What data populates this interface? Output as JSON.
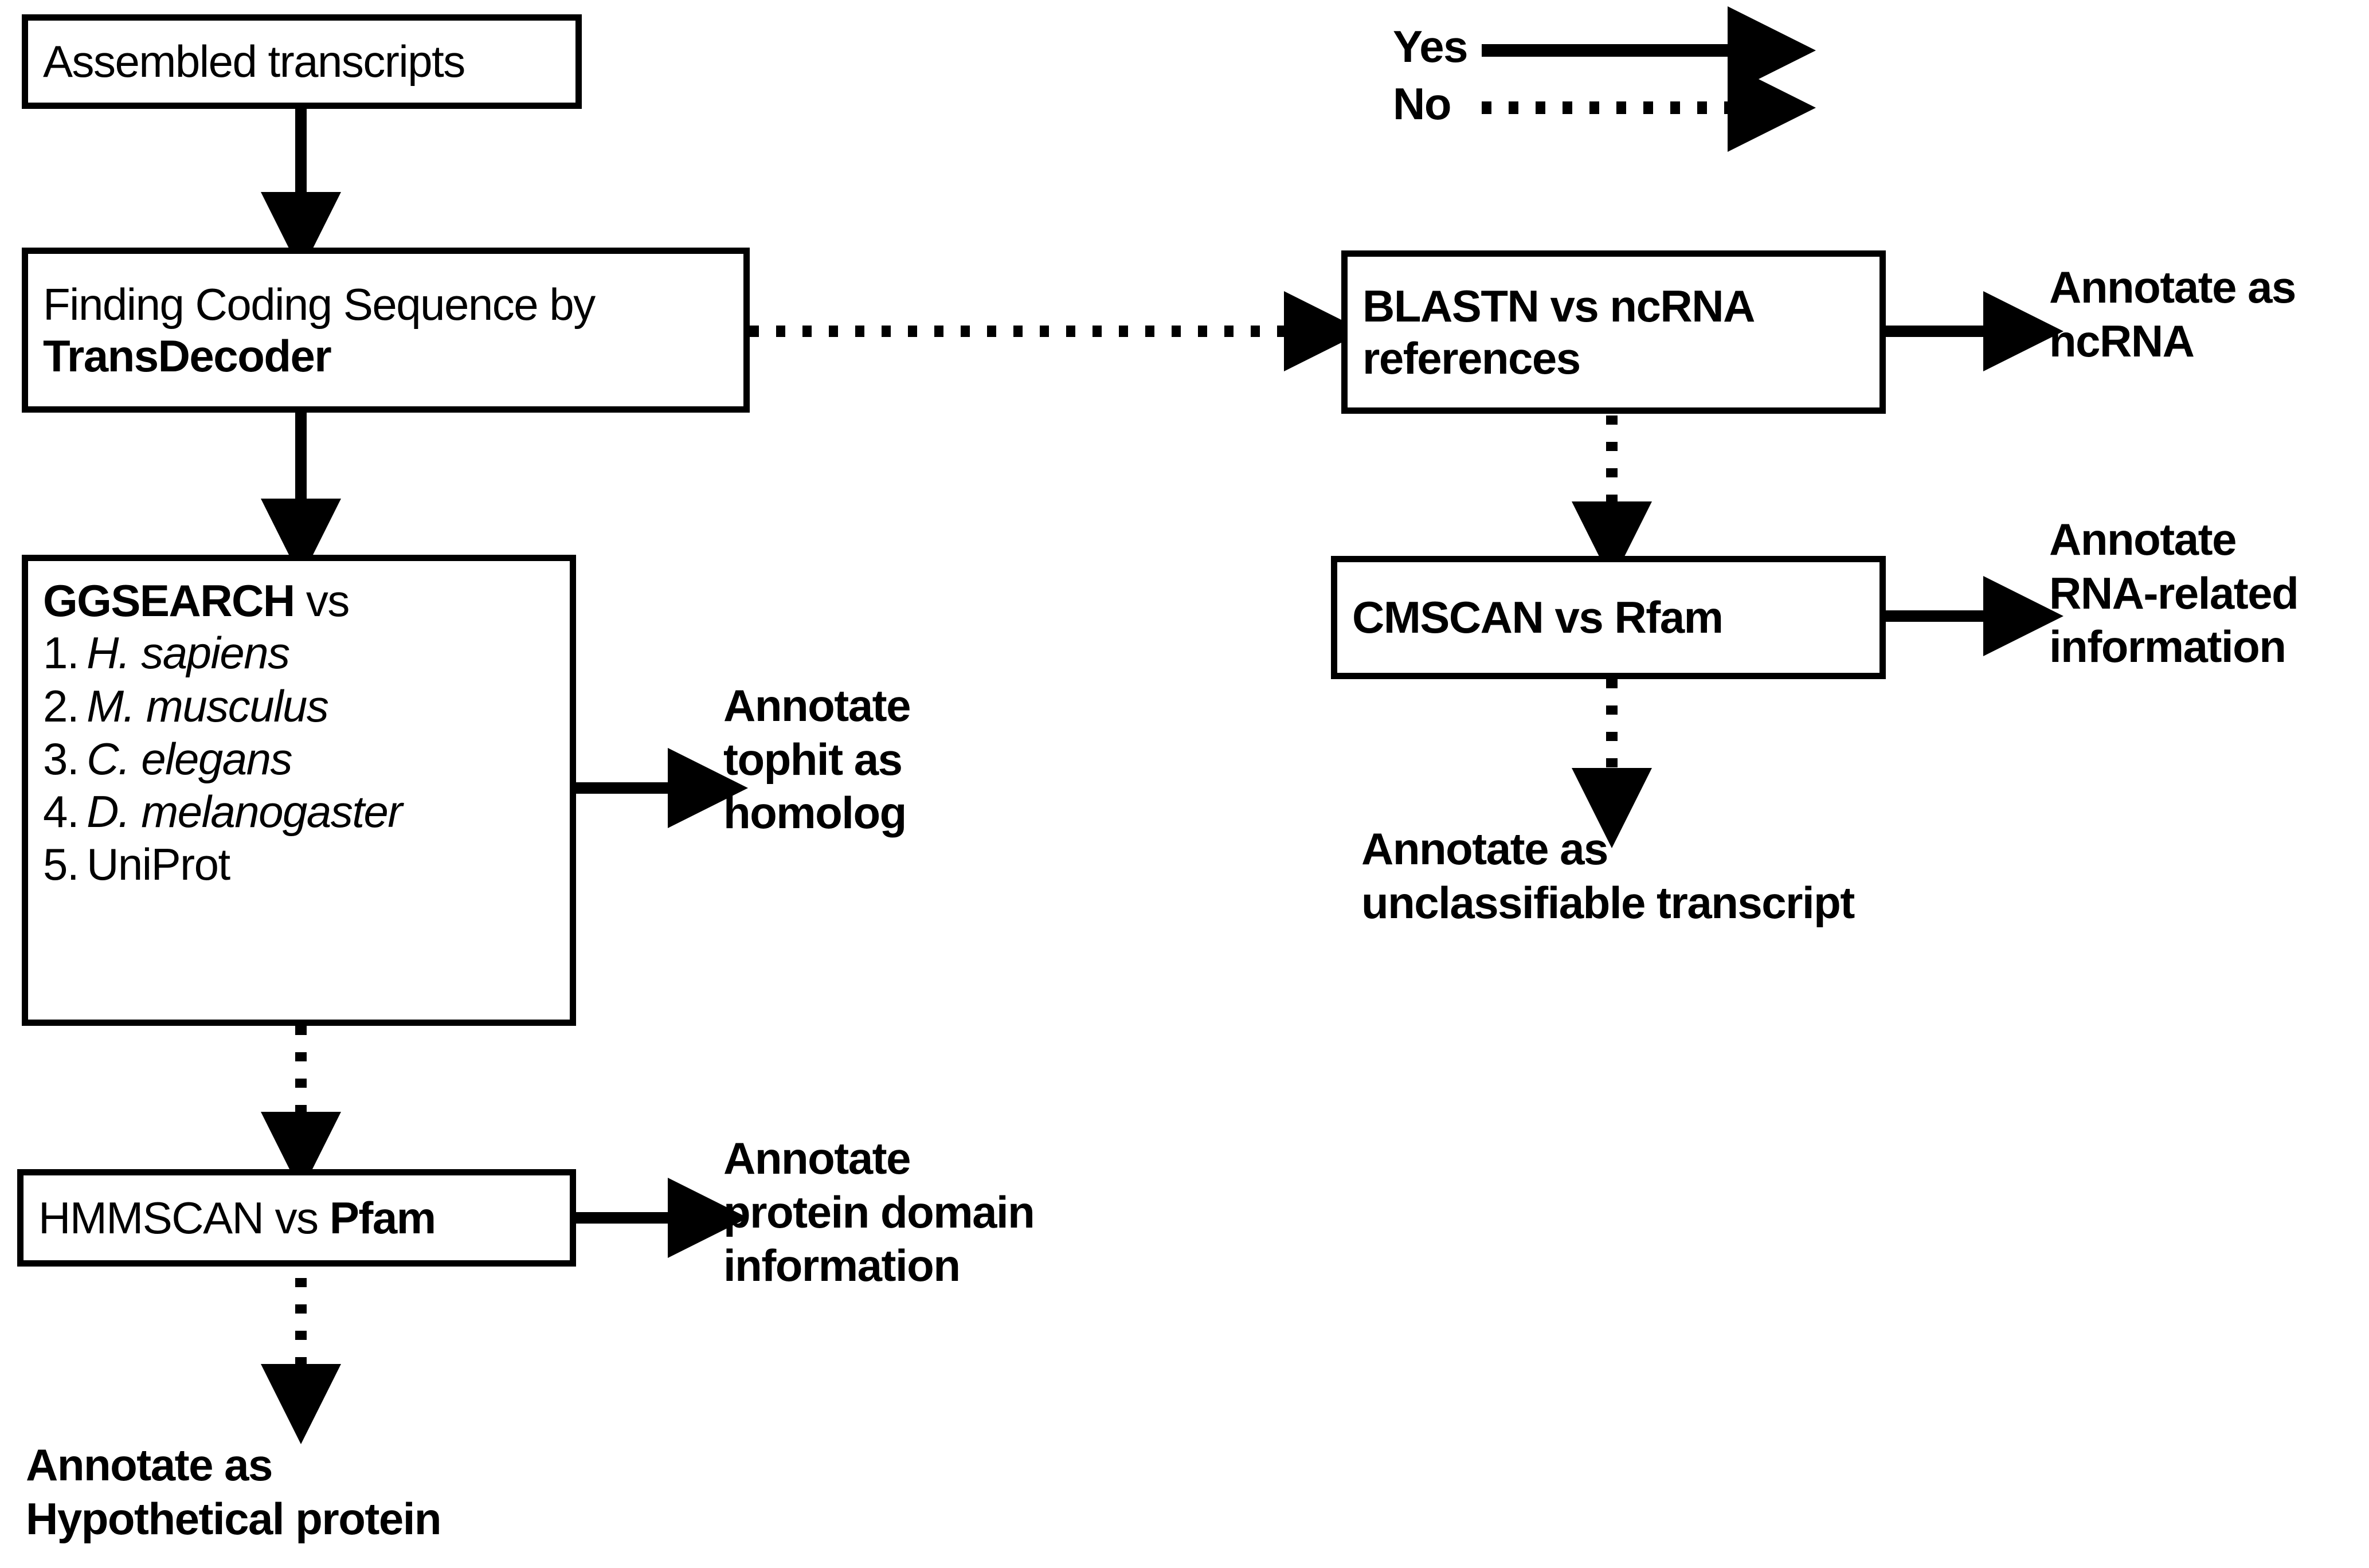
{
  "diagram": {
    "title": "Transcript annotation pipeline flowchart",
    "legend": {
      "yes_label": "Yes",
      "no_label": "No",
      "yes_style": "solid-arrow",
      "no_style": "dotted-arrow"
    },
    "nodes": {
      "assembled_transcripts": {
        "line1": "Assembled transcripts"
      },
      "transdecoder": {
        "line1": "Finding Coding Sequence by",
        "line2": "TransDecoder"
      },
      "ggsearch": {
        "header_bold": "GGSEARCH",
        "header_rest": " vs",
        "items": [
          {
            "num": "1.",
            "name": "H. sapiens",
            "italic": true
          },
          {
            "num": "2.",
            "name": "M. musculus",
            "italic": true
          },
          {
            "num": "3.",
            "name": "C. elegans",
            "italic": true
          },
          {
            "num": "4.",
            "name": "D. melanogaster",
            "italic": true
          },
          {
            "num": "5.",
            "name": "UniProt",
            "italic": false
          }
        ]
      },
      "hmmscan": {
        "part1": "HMMSCAN",
        "part2": " vs ",
        "part3": "Pfam"
      },
      "blastn": {
        "line1": "BLASTN vs ncRNA",
        "line2": "references"
      },
      "cmscan": {
        "line1": "CMSCAN vs Rfam"
      }
    },
    "outputs": {
      "annotate_homolog": {
        "line1": "Annotate",
        "line2": "tophit as",
        "line3": "homolog"
      },
      "annotate_protein_domain": {
        "line1": "Annotate",
        "line2": "protein domain",
        "line3": "information"
      },
      "annotate_hypothetical": {
        "line1": "Annotate as",
        "line2": "Hypothetical protein"
      },
      "annotate_ncrna": {
        "line1": "Annotate as",
        "line2": "ncRNA"
      },
      "annotate_rna_related": {
        "line1": "Annotate",
        "line2": "RNA-related",
        "line3": "information"
      },
      "annotate_unclassifiable": {
        "line1": "Annotate as",
        "line2": "unclassifiable transcript"
      }
    },
    "colors": {
      "ink": "#000000",
      "paper": "#ffffff"
    }
  }
}
